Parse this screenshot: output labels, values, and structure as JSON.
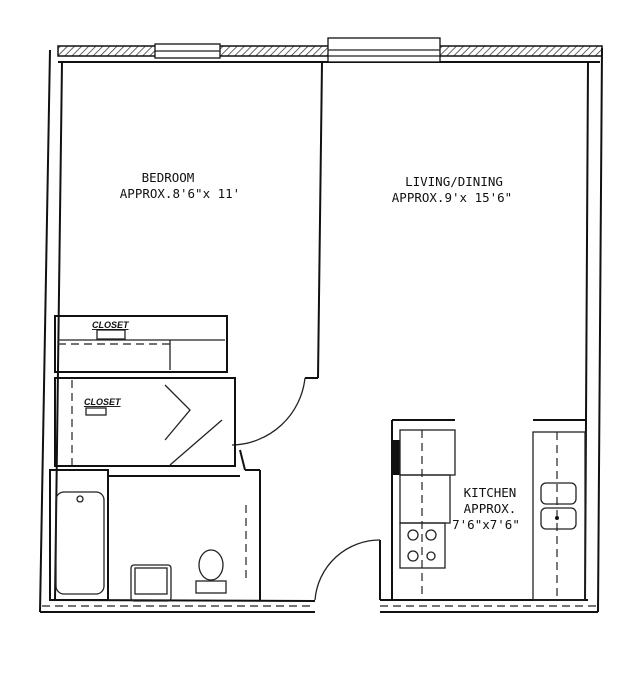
{
  "rooms": {
    "bedroom": {
      "name": "BEDROOM",
      "size": "APPROX.8'6\"x 11'"
    },
    "living": {
      "name": "LIVING/DINING",
      "size": "APPROX.9'x 15'6\""
    },
    "kitchen": {
      "name": "KITCHEN",
      "approx": "APPROX.",
      "size": "7'6\"x7'6\""
    },
    "closet_1": "CLOSET",
    "closet_2": "CLOSET"
  }
}
